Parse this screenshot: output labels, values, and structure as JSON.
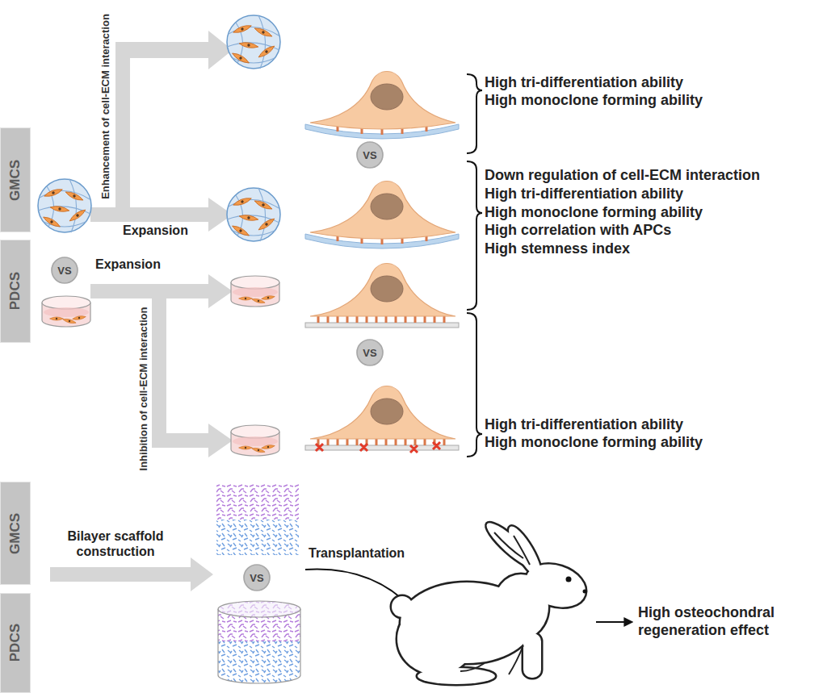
{
  "diagram": {
    "nodes": [
      {
        "text": [
          "GMCS"
        ]
      },
      {
        "text": [
          "VS"
        ]
      },
      {
        "text": [
          "PDCS"
        ]
      },
      {
        "text": [
          "VS"
        ]
      },
      {
        "text": [
          "VS"
        ]
      },
      {
        "text": [
          "GMCS"
        ]
      },
      {
        "text": [
          "VS"
        ]
      },
      {
        "text": [
          "PDCS"
        ]
      }
    ],
    "labels": [
      "Enhancement of cell-ECM interaction",
      "Expansion",
      "Expansion",
      "Inhibition of cell-ECM interaction",
      "High tri-differentiation ability",
      "High monoclone forming ability",
      "Down regulation of cell-ECM interaction",
      "High tri-differentiation ability",
      "High monoclone forming ability",
      "High correlation with APCs",
      "High stemness index",
      "High tri-differentiation ability",
      "High monoclone forming ability",
      "Bilayer scaffold construction",
      "Transplantation",
      "High osteochondral regeneration effect"
    ]
  }
}
